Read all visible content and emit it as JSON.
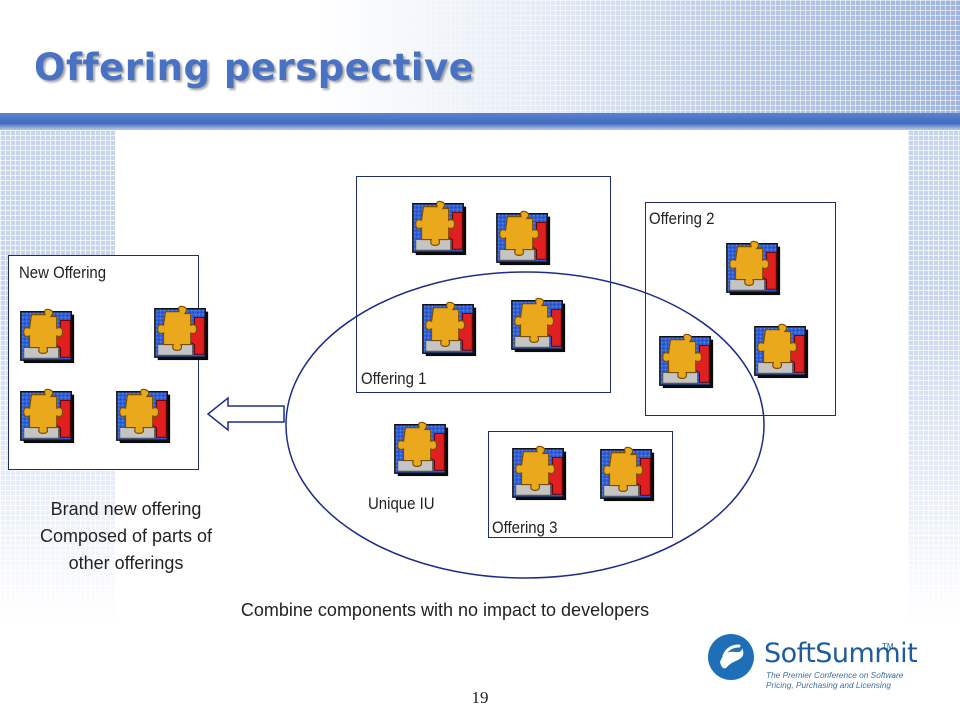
{
  "slide": {
    "title": "Offering perspective",
    "page_number": "19"
  },
  "groups": {
    "new_offering": "New Offering",
    "offering_1": "Offering 1",
    "offering_2": "Offering 2",
    "offering_3": "Offering 3",
    "unique_iu": "Unique IU"
  },
  "captions": {
    "left_line1": "Brand new offering",
    "left_line2": "Composed of parts of",
    "left_line3": "other offerings",
    "footer": "Combine components with no impact to developers"
  },
  "logo": {
    "brand": "SoftSummit",
    "tm": "TM",
    "tagline1": "The Premier Conference on Software",
    "tagline2": "Pricing, Purchasing and Licensing"
  },
  "colors": {
    "title": "#4a72c4",
    "accent_band": "#3f69bd",
    "box_border": "#1f2d6b",
    "puzzle_blue": "#2f5fd6",
    "puzzle_yellow": "#e9a51a",
    "puzzle_red": "#e02020",
    "puzzle_grey": "#b8b8b8"
  },
  "icons": {
    "component": "puzzle-component-icon",
    "arrow": "left-arrow-icon",
    "logo": "softsummit-logo-icon"
  }
}
